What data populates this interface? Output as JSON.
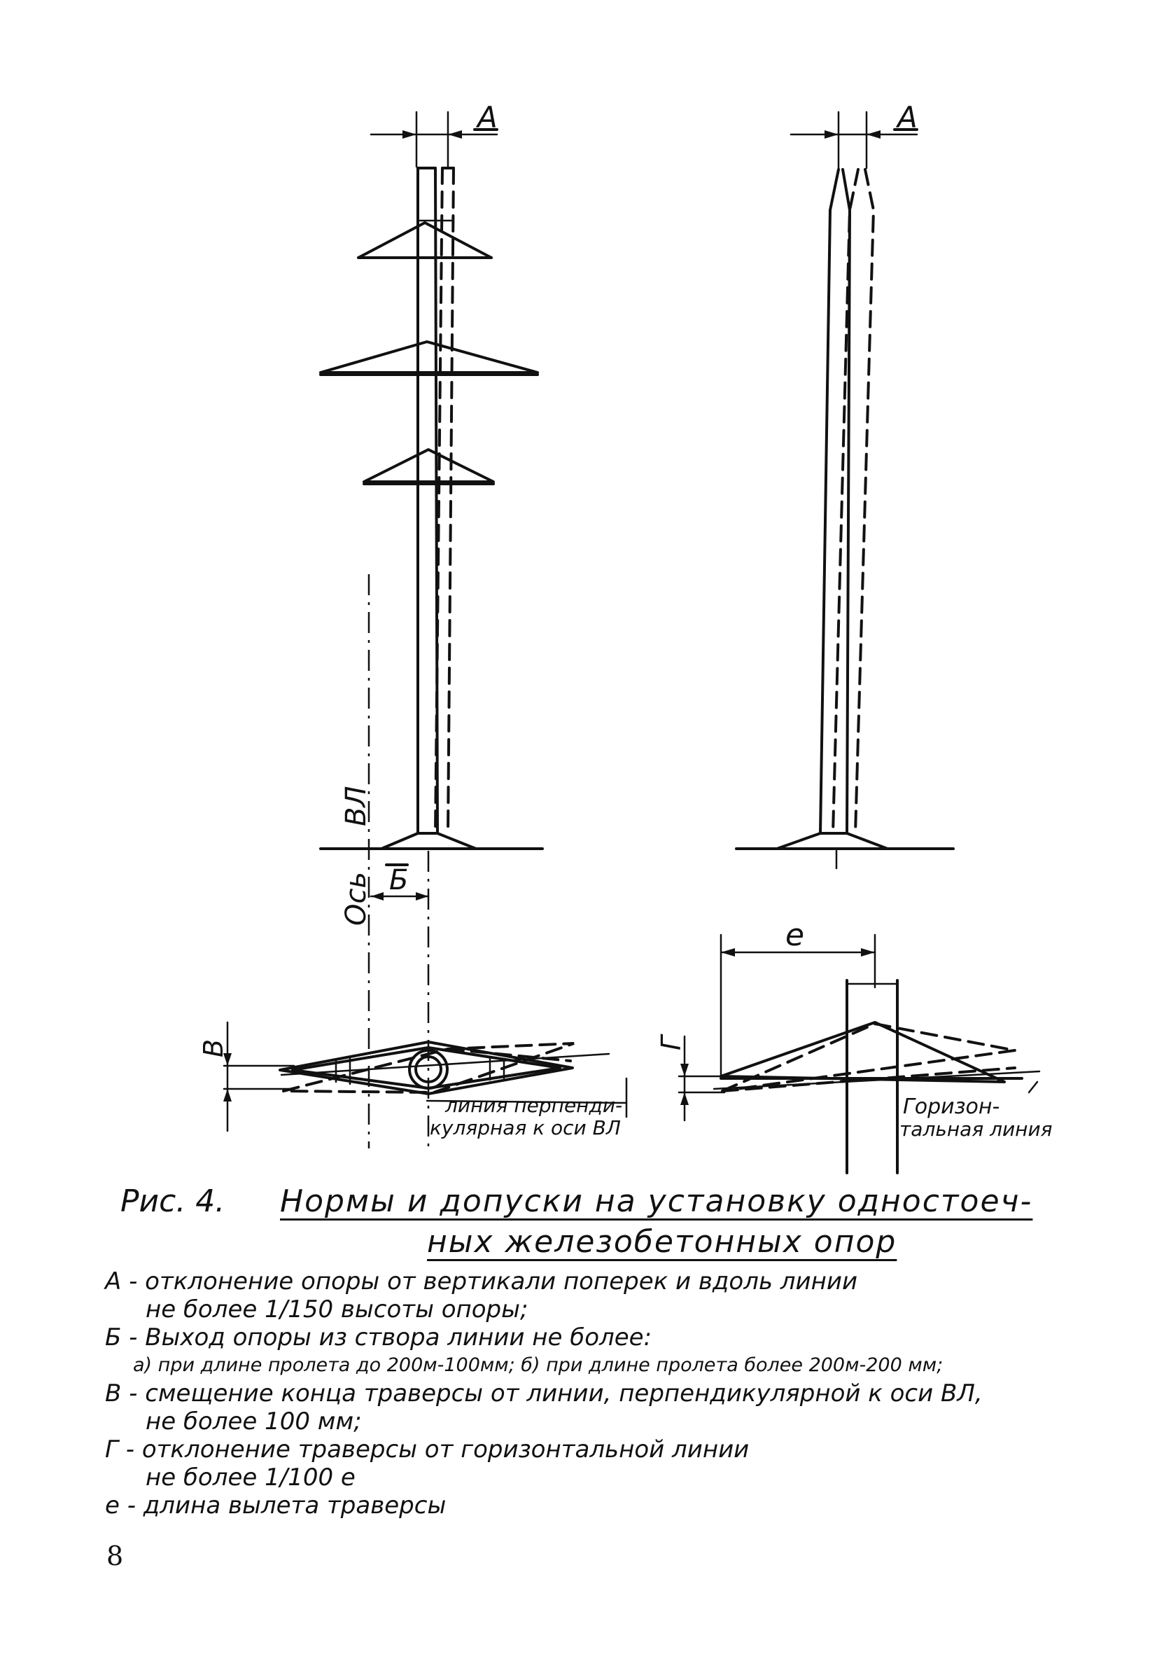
{
  "diagram": {
    "labels": {
      "a_left": "А",
      "a_right": "А",
      "vl": "ВЛ",
      "os": "Ось",
      "b": "Б",
      "v": "В",
      "e": "е",
      "g": "Г",
      "perp_line_1": "линия перпенди-",
      "perp_line_2": "кулярная к оси ВЛ",
      "horiz_line_1": "Горизон-",
      "horiz_line_2": "тальная линия"
    }
  },
  "caption": {
    "label": "Рис. 4.",
    "title_line1": "Нормы и допуски на установку одностоеч-",
    "title_line2": "ных железобетонных опор"
  },
  "legend": [
    {
      "id": "a",
      "lines": [
        "А - отклонение опоры от вертикали поперек и вдоль линии",
        "не более 1/150 высоты опоры;"
      ]
    },
    {
      "id": "b",
      "lines": [
        "Б - Выход опоры из створа линии не более:",
        "а) при длине пролета до 200м-100мм; б) при длине пролета более 200м-200 мм;"
      ]
    },
    {
      "id": "v",
      "lines": [
        "В - смещение конца траверсы от линии, перпендикулярной к оси ВЛ,",
        "не более 100 мм;"
      ]
    },
    {
      "id": "g",
      "lines": [
        "Г - отклонение траверсы от горизонтальной линии",
        "не более 1/100 е"
      ]
    },
    {
      "id": "e",
      "lines": [
        "е - длина вылета траверсы"
      ]
    }
  ],
  "page_number": "8"
}
